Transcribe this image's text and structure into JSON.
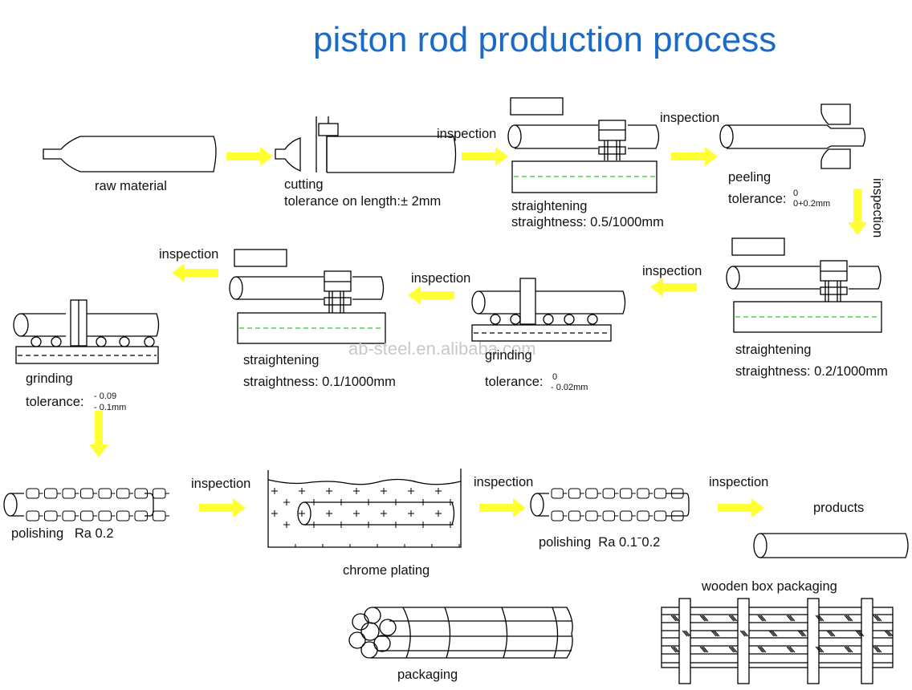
{
  "title": "piston rod production process",
  "watermark": "ab-steel.en.alibaba.com",
  "colors": {
    "title": "#1a6ac9",
    "arrow": "#ffff33",
    "dashed_line": "#22cc22",
    "stroke": "#000000"
  },
  "flow_arrow_label": "inspection",
  "steps": [
    {
      "id": "raw_material",
      "label": "raw material"
    },
    {
      "id": "cutting",
      "label": "cutting",
      "spec": "tolerance on length:± 2mm"
    },
    {
      "id": "straightening_1",
      "label": "straightening",
      "spec": "straightness: 0.5/1000mm"
    },
    {
      "id": "peeling",
      "label": "peeling",
      "spec_prefix": "tolerance:",
      "tol_upper": "0",
      "tol_lower": "0+0.2mm"
    },
    {
      "id": "straightening_2",
      "label": "straightening",
      "spec": "straightness: 0.2/1000mm"
    },
    {
      "id": "grinding_1",
      "label": "grinding",
      "spec_prefix": "tolerance:",
      "tol_upper": "0",
      "tol_lower": "- 0.02mm"
    },
    {
      "id": "straightening_3",
      "label": "straightening",
      "spec": "straightness: 0.1/1000mm"
    },
    {
      "id": "grinding_2",
      "label": "grinding",
      "spec_prefix": "tolerance:",
      "tol_upper": "- 0.09",
      "tol_lower": "- 0.1mm"
    },
    {
      "id": "polishing_1",
      "label": "polishing   Ra 0.2"
    },
    {
      "id": "chrome_plating",
      "label": "chrome plating"
    },
    {
      "id": "polishing_2",
      "label": "polishing  Ra 0.1ˉ0.2"
    },
    {
      "id": "products",
      "label": "products"
    },
    {
      "id": "packaging",
      "label": "packaging"
    },
    {
      "id": "wooden_box",
      "label": "wooden box packaging"
    }
  ],
  "inspection_labels": [
    "inspection",
    "inspection",
    "inspection",
    "inspection",
    "inspection",
    "inspection",
    "inspection",
    "inspection",
    "inspection"
  ]
}
